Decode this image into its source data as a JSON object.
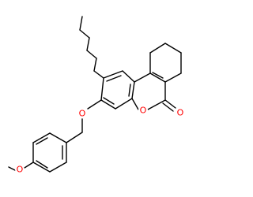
{
  "diagram": {
    "type": "skeletal-structure",
    "colors": {
      "bond": "#000000",
      "oxygen": "#ff0000",
      "background": "#ffffff"
    },
    "atom_labels": {
      "ether_oxygen": "O",
      "ring_oxygen": "O",
      "carbonyl_oxygen": "O",
      "methoxy_oxygen": "O"
    }
  }
}
